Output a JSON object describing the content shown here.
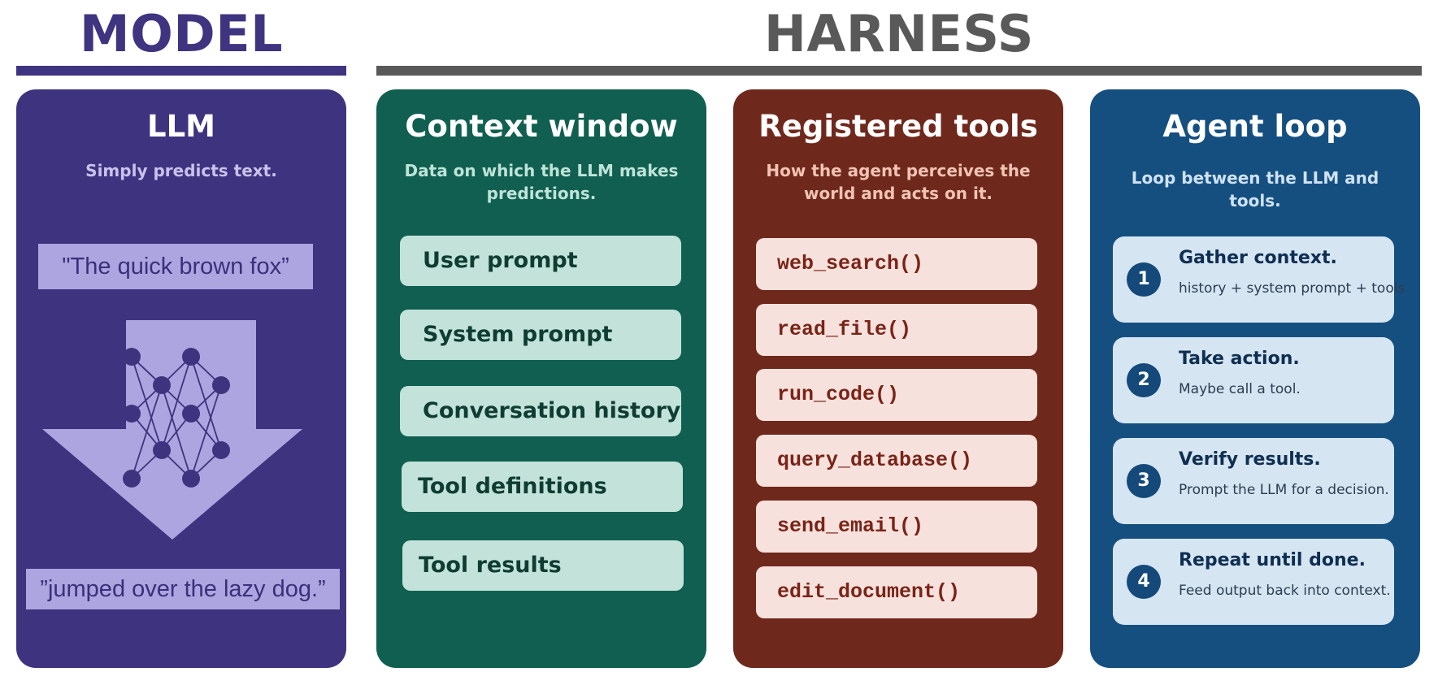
{
  "headings": {
    "model": "MODEL",
    "harness": "HARNESS"
  },
  "colors": {
    "model": "#3f3480",
    "harness": "#595959",
    "llm_panel": "#3e337f",
    "context_panel": "#105f50",
    "tools_panel": "#6f281c",
    "loop_panel": "#154f80"
  },
  "llm": {
    "title": "LLM",
    "subtitle": "Simply predicts text.",
    "input": "\"The quick brown fox”",
    "output": "”jumped over the lazy dog.”",
    "icon": "neural-network-down-arrow-icon"
  },
  "context": {
    "title": "Context window",
    "subtitle": "Data on which the LLM makes predictions.",
    "items": [
      "User prompt",
      "System prompt",
      "Conversation history",
      "Tool definitions",
      "Tool results"
    ]
  },
  "tools": {
    "title": "Registered tools",
    "subtitle": "How the agent perceives the world and acts on it.",
    "items": [
      "web_search()",
      "read_file()",
      "run_code()",
      "query_database()",
      "send_email()",
      "edit_document()"
    ]
  },
  "loop": {
    "title": "Agent loop",
    "subtitle": "Loop between the LLM and tools.",
    "steps": [
      {
        "number": "1",
        "title": "Gather context.",
        "desc": "history + system prompt + tools"
      },
      {
        "number": "2",
        "title": "Take action.",
        "desc": "Maybe call a tool."
      },
      {
        "number": "3",
        "title": "Verify results.",
        "desc": "Prompt the LLM for a decision."
      },
      {
        "number": "4",
        "title": "Repeat until done.",
        "desc": "Feed output back into context."
      }
    ]
  }
}
